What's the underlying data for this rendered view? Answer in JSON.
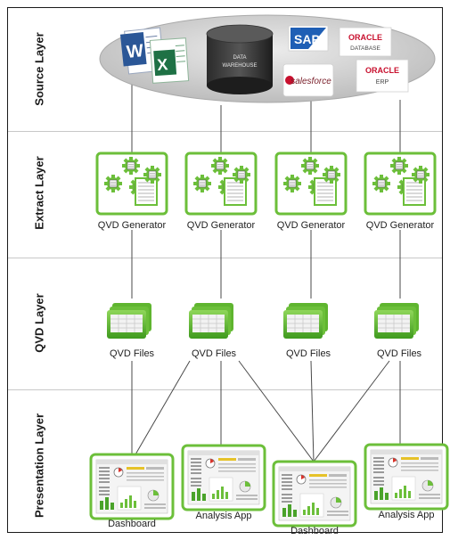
{
  "layers": [
    {
      "label": "Source Layer"
    },
    {
      "label": "Extract Layer"
    },
    {
      "label": "QVD Layer"
    },
    {
      "label": "Presentation Layer"
    }
  ],
  "sources": {
    "data_warehouse": [
      "DATA",
      "WAREHOUSE"
    ],
    "sap": "SAP",
    "oracle_database": [
      "ORACLE",
      "DATABASE"
    ],
    "salesforce": "salesforce",
    "oracle_erp": [
      "ORACLE",
      "ERP"
    ]
  },
  "generators": [
    {
      "label": "QVD Generator"
    },
    {
      "label": "QVD Generator"
    },
    {
      "label": "QVD Generator"
    },
    {
      "label": "QVD Generator"
    }
  ],
  "qvd_files": [
    {
      "label": "QVD Files"
    },
    {
      "label": "QVD Files"
    },
    {
      "label": "QVD Files"
    },
    {
      "label": "QVD Files"
    }
  ],
  "apps": [
    {
      "label": "Dashboard"
    },
    {
      "label": "Analysis App"
    },
    {
      "label": "Dashboard"
    },
    {
      "label": "Analysis App"
    }
  ],
  "colors": {
    "accent_green": "#6cbf3a",
    "dark_green": "#3f8f22",
    "brand_red": "#c8102e",
    "sap_blue": "#1f5fb5",
    "word_blue": "#2b5797",
    "excel_green": "#1e7145"
  }
}
